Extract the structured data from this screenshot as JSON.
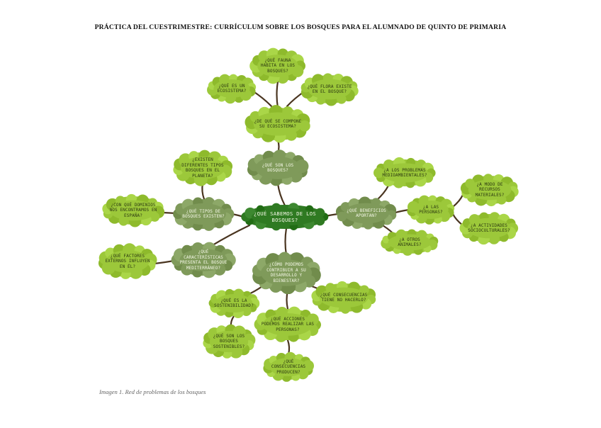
{
  "title": "PRÁCTICA DEL CUESTRIMESTRE: CURRÍCULUM SOBRE LOS BOSQUES PARA EL ALUMNADO DE QUINTO DE PRIMARIA",
  "caption": "Imagen 1. Red de problemas de los bosques",
  "palette": {
    "light": "#9cc83a",
    "mid": "#7f9a5a",
    "center": "#2f7a22",
    "branch": "#4a3520"
  },
  "mindmap": {
    "center": "¿QUÉ SABEMOS DE LOS BOSQUES?",
    "nodes": [
      {
        "key": "que_son",
        "text": "¿QUÉ SON LOS BOSQUES?"
      },
      {
        "key": "como_compone",
        "text": "¿DE QUÉ SE COMPONE SU ECOSISTEMA?"
      },
      {
        "key": "fauna",
        "text": "¿QUÉ FAUNA HABITA EN LOS BOSQUES?"
      },
      {
        "key": "ecosistema",
        "text": "¿QUÉ ES UN ECOSISTEMA?"
      },
      {
        "key": "flora",
        "text": "¿QUÉ FLORA EXISTE EN EL BOSQUE?"
      },
      {
        "key": "tipos",
        "text": "¿QUÉ TIPOS DE BOSQUES EXISTEN?"
      },
      {
        "key": "diferentes",
        "text": "¿EXISTEN DIFERENTES TIPOS BOSQUES EN EL PLANETA?"
      },
      {
        "key": "dominios",
        "text": "¿CON QUÉ DOMINIOS NOS ENCONTRAMOS EN ESPAÑA?"
      },
      {
        "key": "caracteristicas",
        "text": "¿QUÉ CARACTERÍSTICAS PRESENTA EL BOSQUE MEDITERRÁNEO?"
      },
      {
        "key": "factores",
        "text": "¿QUÉ FACTORES EXTERNOS INFLUYEN EN ÉL?"
      },
      {
        "key": "beneficios",
        "text": "¿QUÉ BENEFICIOS APORTAN?"
      },
      {
        "key": "problemas",
        "text": "¿A LOS PROBLEMAS MEDIOAMBIENTALES?"
      },
      {
        "key": "personas",
        "text": "¿A LAS PERSONAS?"
      },
      {
        "key": "recursos",
        "text": "¿A MODO DE RECURSOS MATERIALES?"
      },
      {
        "key": "actividades",
        "text": "¿A ACTIVIDADES SOCIOCULTURALES?"
      },
      {
        "key": "animales",
        "text": "¿A OTROS ANIMALES?"
      },
      {
        "key": "contribuir",
        "text": "¿CÓMO PODEMOS CONTRIBUIR A SU DESARROLLO Y BIENESTAR?"
      },
      {
        "key": "sostenibilidad",
        "text": "¿QUÉ ES LA SOSTENIBILIDAD?"
      },
      {
        "key": "sostenibles",
        "text": "¿QUÉ SON LOS BOSQUES SOSTENIBLES?"
      },
      {
        "key": "consecuencias_no",
        "text": "¿QUÉ CONSECUENCIAS TIENE NO HACERLO?"
      },
      {
        "key": "acciones",
        "text": "¿QUÉ ACCIONES PODEMOS REALIZAR LAS PERSONAS?"
      },
      {
        "key": "consecuencias_producen",
        "text": "¿QUÉ CONSECUENCIAS PRODUCEN?"
      }
    ]
  }
}
